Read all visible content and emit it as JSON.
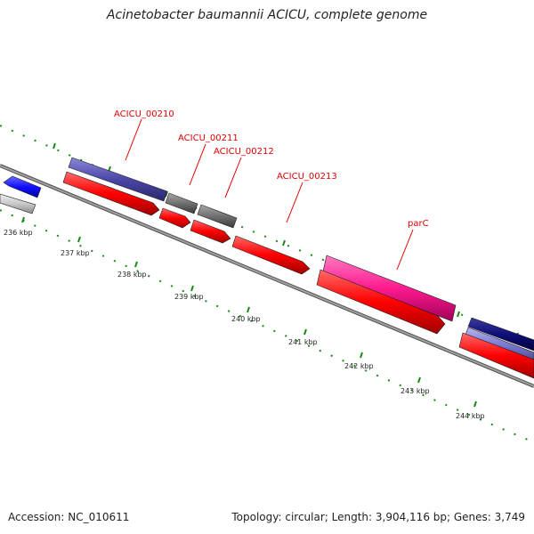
{
  "title": "Acinetobacter baumannii ACICU, complete genome",
  "footer": {
    "accession": "Accession: NC_010611",
    "summary": "Topology: circular; Length: 3,904,116 bp; Genes: 3,749"
  },
  "scale_labels": [
    "236 kbp",
    "237 kbp",
    "238 kbp",
    "239 kbp",
    "240 kbp",
    "241 kbp",
    "242 kbp",
    "243 kbp",
    "244 kbp"
  ],
  "gene_labels": [
    "ACICU_00210",
    "ACICU_00211",
    "ACICU_00212",
    "ACICU_00213",
    "parC"
  ],
  "colors": {
    "cds_forward": "#ff0000",
    "cds_blue": "#3f3da0",
    "pseudo_gray": "#707070",
    "parC": "#ff1a90",
    "tick_green": "#1a8a1a",
    "label_red": "#e00000",
    "backbone": "#808080"
  }
}
